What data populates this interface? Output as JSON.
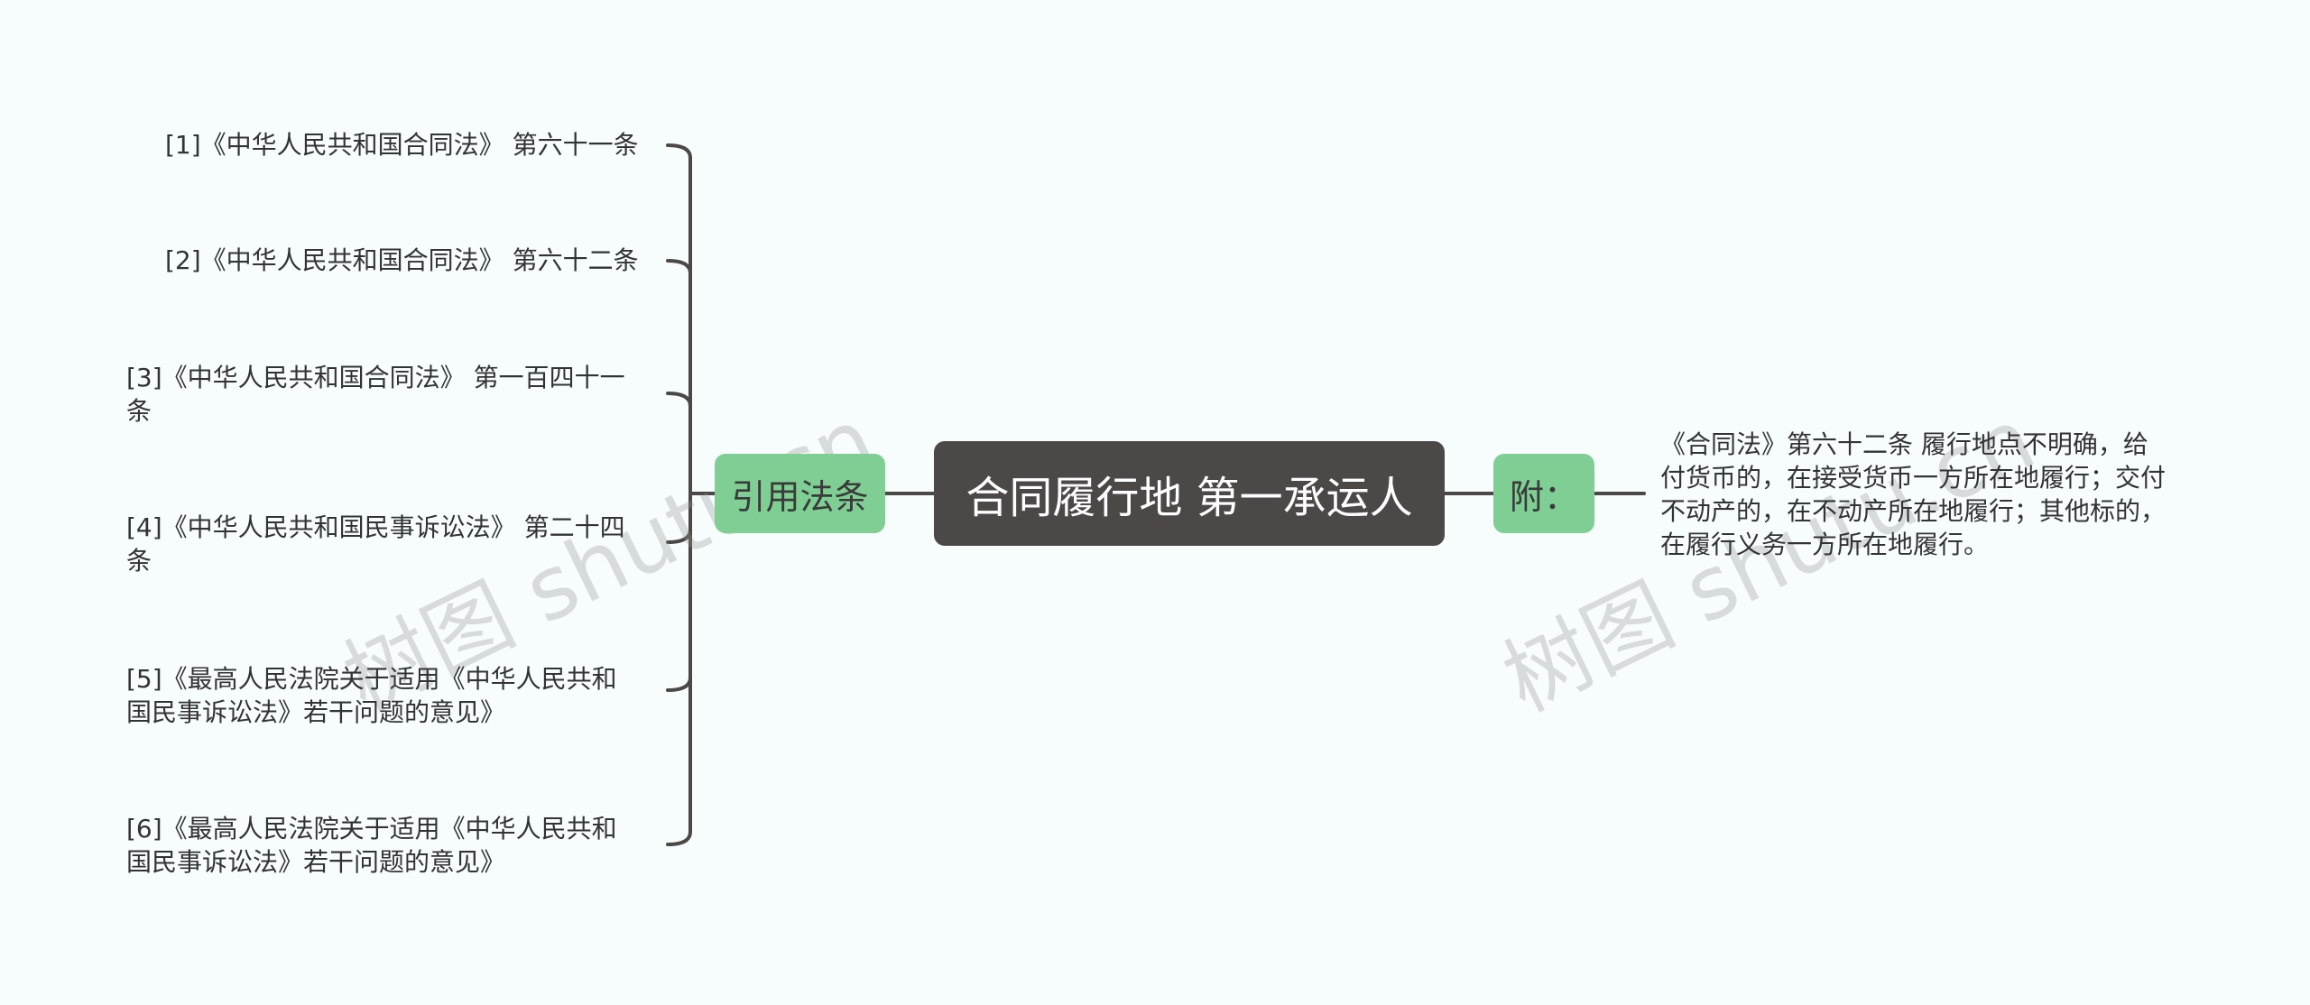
{
  "central": {
    "label": "合同履行地 第一承运人"
  },
  "branches": {
    "left": {
      "label": "引用法条",
      "leaves": [
        {
          "lines": [
            "[1]《中华人民共和国合同法》 第六十一条"
          ]
        },
        {
          "lines": [
            "[2]《中华人民共和国合同法》 第六十二条"
          ]
        },
        {
          "lines": [
            "[3]《中华人民共和国合同法》 第一百四十一",
            "条"
          ]
        },
        {
          "lines": [
            "[4]《中华人民共和国民事诉讼法》 第二十四",
            "条"
          ]
        },
        {
          "lines": [
            "[5]《最高人民法院关于适用《中华人民共和",
            "国民事诉讼法》若干问题的意见》"
          ]
        },
        {
          "lines": [
            "[6]《最高人民法院关于适用《中华人民共和",
            "国民事诉讼法》若干问题的意见》"
          ]
        }
      ]
    },
    "right": {
      "label": "附：",
      "leaf": {
        "lines": [
          "《合同法》第六十二条 履行地点不明确，给",
          "付货币的，在接受货币一方所在地履行；交付",
          "不动产的，在不动产所在地履行；其他标的，",
          "在履行义务一方所在地履行。"
        ]
      }
    }
  },
  "watermarks": [
    "树图 shutu.cn",
    "树图 shutu.cn"
  ],
  "colors": {
    "background": "#f7fcfd",
    "central_fill": "#4d4848",
    "branch_fill": "#7fce93",
    "connector": "#4d4848"
  }
}
